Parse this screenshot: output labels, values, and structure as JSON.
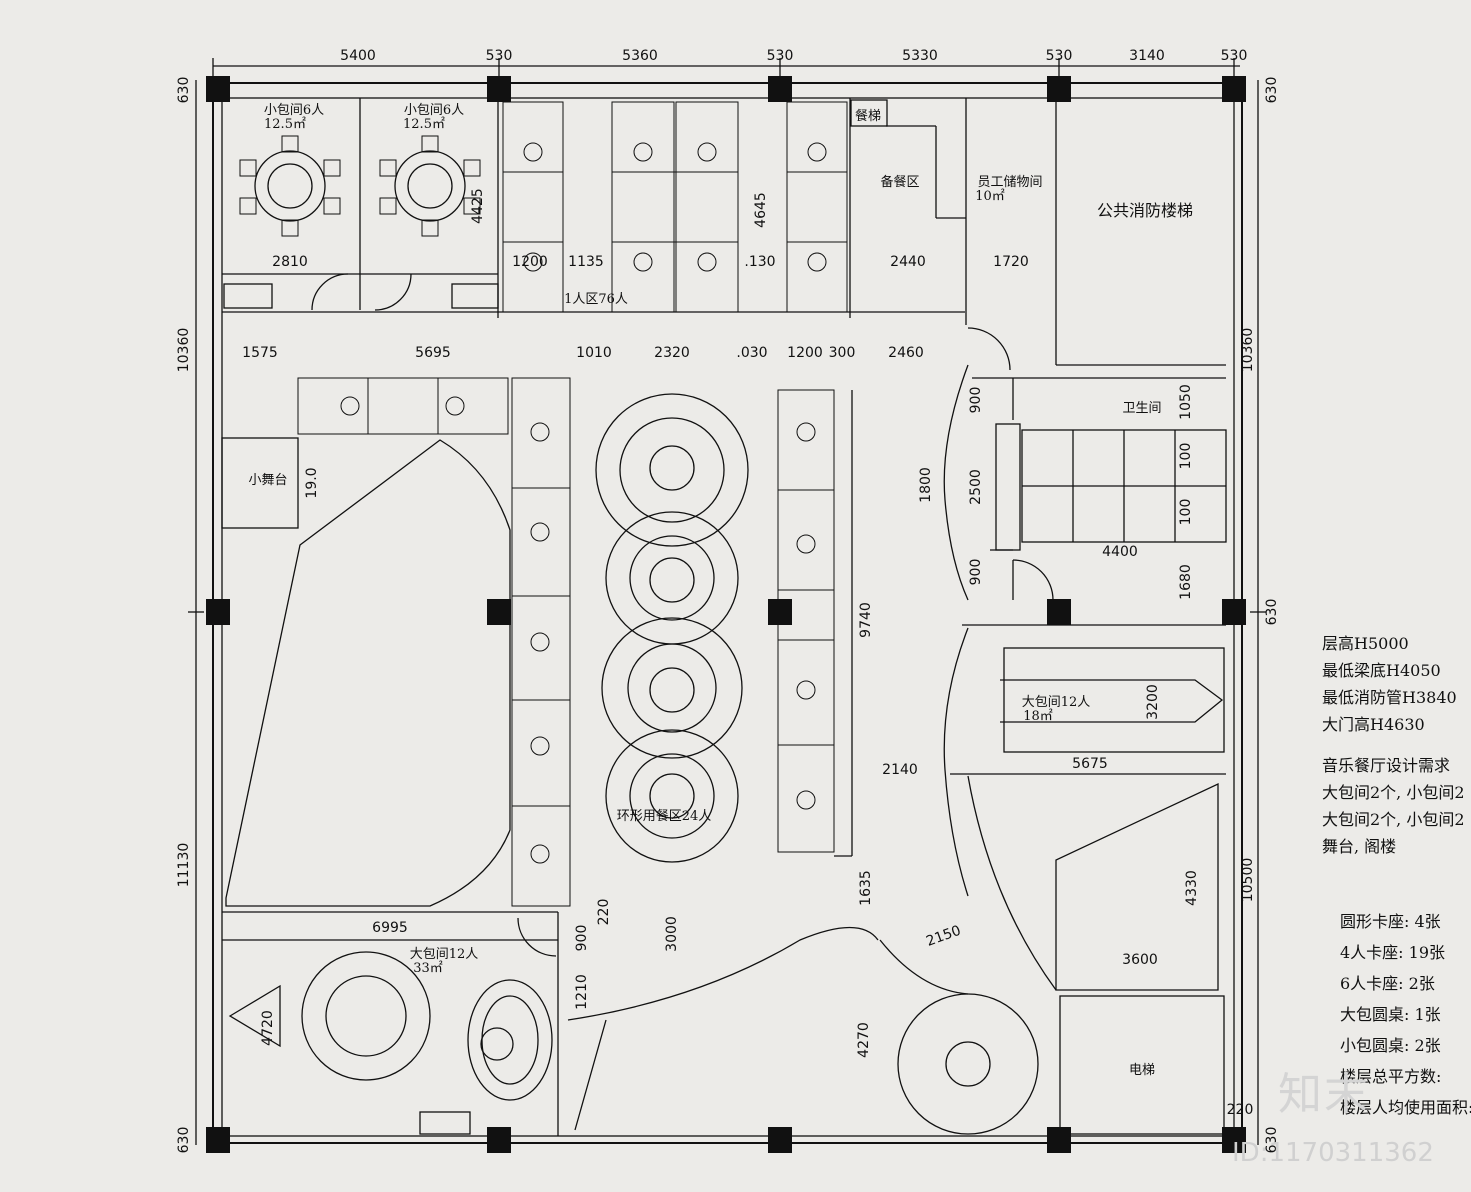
{
  "dims_top": [
    "5400",
    "530",
    "5360",
    "530",
    "5330",
    "530",
    "3140",
    "530"
  ],
  "dims_side": {
    "left_top": "630",
    "left_upper": "10360",
    "left_lower": "11130",
    "left_bottom": "630",
    "right_top": "630",
    "right_upper": "10360",
    "right_mid": "630",
    "right_lower": "10500",
    "right_bottom": "630"
  },
  "dims_interior": {
    "d2810": "2810",
    "d4425": "4425",
    "d1200a": "1200",
    "d1135": "1135",
    "d130": ".130",
    "d2440": "2440",
    "d1720": "1720",
    "d4645": "4645",
    "d1575": "1575",
    "d5695": "5695",
    "d1010": "1010",
    "d2320": "2320",
    "d1030": ".030",
    "d1200b": "1200",
    "d300": "300",
    "d2460": "2460",
    "d1910": "19.0",
    "d900a": "900",
    "d1050": "1050",
    "d1800": "1800",
    "d2500": "2500",
    "d100a": "100",
    "d100b": "100",
    "d4400": "4400",
    "d900b": "900",
    "d1680": "1680",
    "d9740": "9740",
    "d3200": "3200",
    "d5675": "5675",
    "d2140": "2140",
    "d1635": "1635",
    "d4330": "4330",
    "d6995": "6995",
    "d220a": "220",
    "d900c": "900",
    "d3000": "3000",
    "d2150": "2150",
    "d3600": "3600",
    "d1210": "1210",
    "d4720": "4720",
    "d4270": "4270",
    "d220b": "220"
  },
  "rooms": {
    "small_room_1": "小包间6人",
    "small_room_1_area": "12.5㎡",
    "small_room_2": "小包间6人",
    "small_room_2_area": "12.5㎡",
    "dish_lift": "餐梯",
    "prep_area": "备餐区",
    "staff_storage": "员工储物间",
    "staff_storage_area": "10㎡",
    "fire_stairs": "公共消防楼梯",
    "seating_76": "1人区76人",
    "stage": "小舞台",
    "restroom": "卫生间",
    "big_room_right": "大包间12人",
    "big_room_right_area": "18㎡",
    "ring_dining": "环形用餐区24人",
    "big_room_left": "大包间12人",
    "big_room_left_area": "33㎡",
    "elevator": "电梯"
  },
  "notes": {
    "floor_height": "层高H5000",
    "min_beam": "最低梁底H4050",
    "min_fire_pipe": "最低消防管H3840",
    "door_height": "大门高H4630",
    "req_title": "音乐餐厅设计需求",
    "req_1": "大包间2个, 小包间2",
    "req_2": "大包间2个, 小包间2",
    "req_3": "舞台, 阁楼"
  },
  "counts": {
    "round_booth": "圆形卡座: 4张",
    "booth_4": "4人卡座: 19张",
    "booth_6": "6人卡座: 2张",
    "big_round_table": "大包圆桌: 1张",
    "small_round_table": "小包圆桌: 2张",
    "total_area": "楼层总平方数:",
    "per_capita": "楼层人均使用面积:"
  },
  "watermark": {
    "logo": "知末",
    "id": "ID:1170311362"
  }
}
